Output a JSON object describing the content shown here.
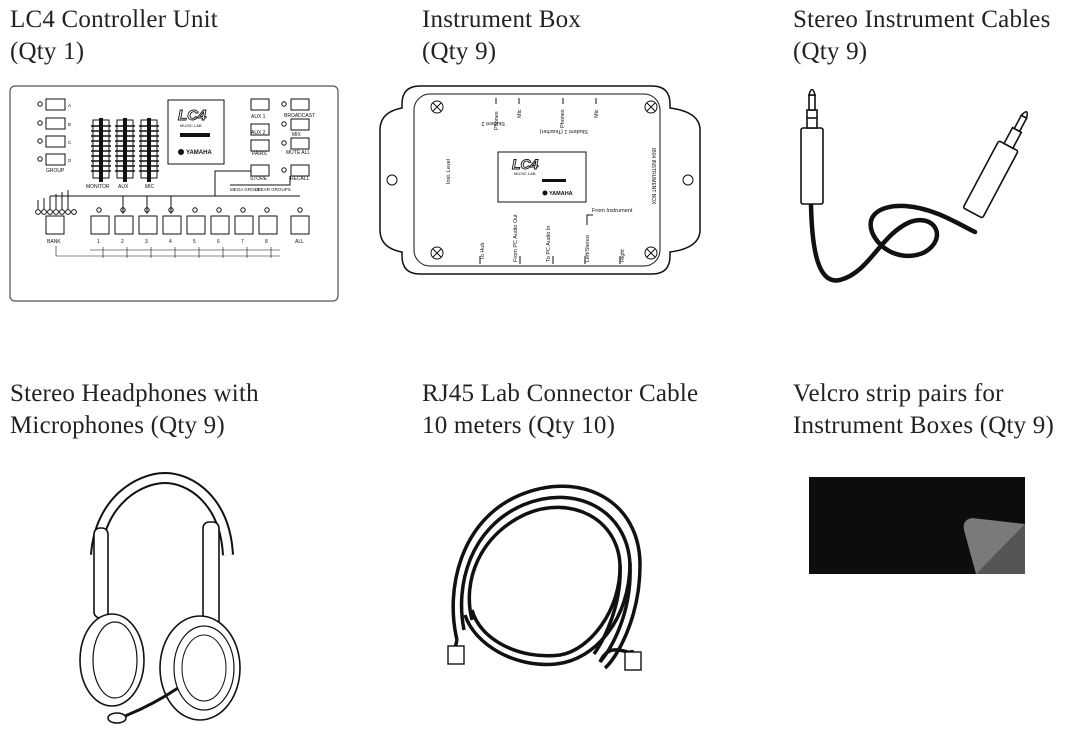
{
  "items": [
    {
      "line1": "LC4 Controller Unit",
      "line2": "(Qty 1)"
    },
    {
      "line1": "Instrument Box",
      "line2": "(Qty 9)"
    },
    {
      "line1": "Stereo Instrument Cables",
      "line2": "(Qty 9)"
    },
    {
      "line1": "Stereo Headphones with",
      "line2": "Microphones (Qty 9)"
    },
    {
      "line1": "RJ45 Lab Connector Cable",
      "line2": "10 meters (Qty 10)"
    },
    {
      "line1": "Velcro strip pairs for",
      "line2": "Instrument Boxes (Qty 9)"
    }
  ],
  "controller": {
    "logo": "LC4",
    "logo_sub": "MUSIC LAB",
    "brand": "YAMAHA",
    "group_letters": [
      "A",
      "B",
      "C",
      "D"
    ],
    "group_label": "GROUP",
    "fader_labels": [
      "MONITOR",
      "AUX",
      "MIC"
    ],
    "right_buttons": [
      "AUX 1",
      "AUX 2",
      "PAIRS",
      "BROADCAST",
      "MIX",
      "MUTE ALL",
      "STORE",
      "RECALL"
    ],
    "mega_group": "MEGA GROUP",
    "clear_groups": "CLEAR GROUPS",
    "bank_label": "BANK",
    "channels": [
      "1",
      "2",
      "3",
      "4",
      "5",
      "6",
      "7",
      "8"
    ],
    "all_label": "ALL"
  },
  "instrument_box": {
    "logo": "LC4",
    "logo_sub": "MUSIC LAB",
    "brand": "YAMAHA",
    "side_label": "IB04 INSTRUMENT BOX",
    "top_labels": [
      "Phones",
      "Mic",
      "Phones",
      "Mic"
    ],
    "student2": "Student 2",
    "student1": "Student 1 (Teacher)",
    "from_instrument": "From Instrument",
    "bottom_labels": [
      "To Hub",
      "From PC Audio Out",
      "To PC Audio In",
      "Left/Stereo",
      "Right"
    ],
    "level": "Inst. Level"
  }
}
